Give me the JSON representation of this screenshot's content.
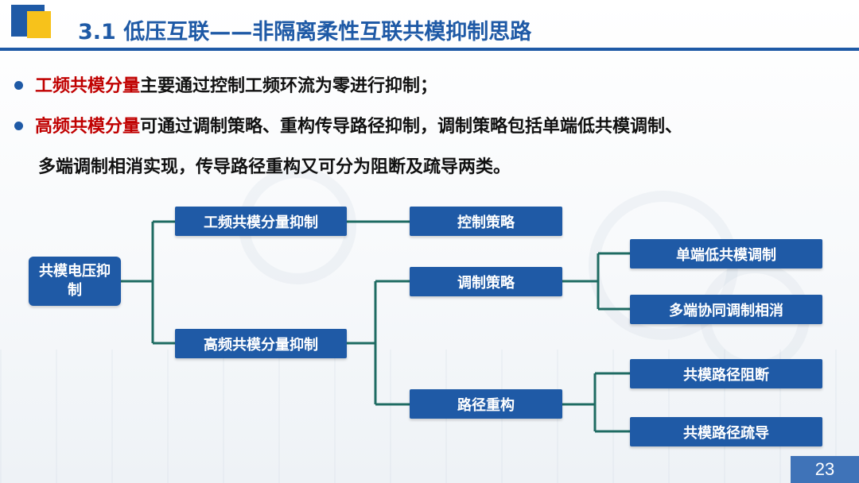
{
  "header": {
    "title": "3.1 低压互联——非隔离柔性互联共模抑制思路"
  },
  "bullets": [
    {
      "highlight": "工频共模分量",
      "text": "主要通过控制工频环流为零进行抑制；"
    },
    {
      "highlight": "高频共模分量",
      "text": "可通过调制策略、重构传导路径抑制，调制策略包括单端低共模调制、",
      "continuation": "多端调制相消实现，传导路径重构又可分为阻断及疏导两类。"
    }
  ],
  "diagram": {
    "root": "共模电压抑制",
    "power_freq": "工频共模分量抑制",
    "control_strategy": "控制策略",
    "high_freq": "高频共模分量抑制",
    "modulation": "调制策略",
    "single_end": "单端低共模调制",
    "multi_end": "多端协同调制相消",
    "path_reconstruct": "路径重构",
    "block": "共模路径阻断",
    "guide": "共模路径疏导"
  },
  "colors": {
    "accent": "#1f5aa6",
    "highlight": "#c00000",
    "connector": "#1e6b62",
    "logo_yellow": "#f7c21b"
  },
  "page_number": "23"
}
